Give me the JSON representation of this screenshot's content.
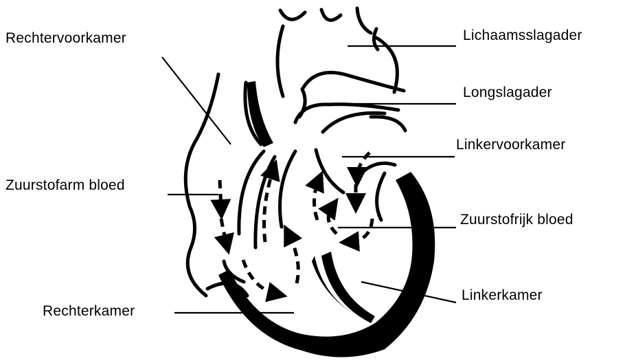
{
  "labels": {
    "rechtervoorkamer": "Rechtervoorkamer",
    "zuurstofarm_bloed": "Zuurstofarm bloed",
    "rechterkamer": "Rechterkamer",
    "lichaamsslagader": "Lichaamsslagader",
    "longslagader": "Longslagader",
    "linkervoorkamer": "Linkervoorkamer",
    "zuurstofrijk_bloed": "Zuurstofrijk bloed",
    "linkerkamer": "Linkerkamer"
  },
  "colors": {
    "ink": "#000000",
    "background": "#ffffff"
  }
}
